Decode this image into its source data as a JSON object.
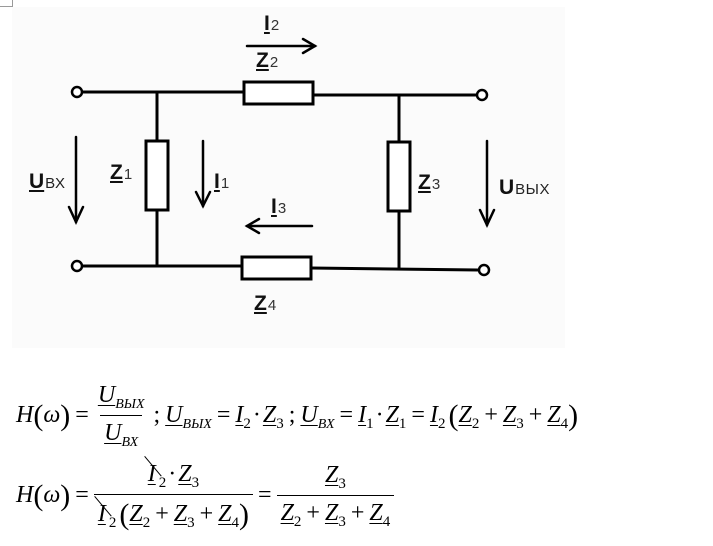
{
  "circuit": {
    "labels": {
      "i2": {
        "main": "I",
        "sub": "2"
      },
      "z2": {
        "main": "Z",
        "sub": "2"
      },
      "u_in": {
        "main": "U",
        "sub": "ВХ"
      },
      "z1": {
        "main": "Z",
        "sub": "1"
      },
      "i1": {
        "main": "I",
        "sub": "1"
      },
      "i3": {
        "main": "I",
        "sub": "3"
      },
      "z3": {
        "main": "Z",
        "sub": "3"
      },
      "u_out": {
        "main": "U",
        "sub": "ВЫХ"
      },
      "z4": {
        "main": "Z",
        "sub": "4"
      }
    },
    "line_color": "#000000",
    "background": "#fbfbfb"
  },
  "formulas": {
    "line1": {
      "h": "H",
      "omega": "ω",
      "lparen": "(",
      "rparen": ")",
      "eq": "=",
      "u": "U",
      "sub_out": "ВЫХ",
      "sub_in": "ВХ",
      "semicolon": ";",
      "i": "I",
      "z": "Z",
      "dot": "·",
      "plus": "+",
      "s1": "1",
      "s2": "2",
      "s3": "3",
      "s4": "4"
    },
    "line2": {
      "h": "H",
      "omega": "ω",
      "lparen": "(",
      "rparen": ")",
      "eq": "=",
      "i": "I",
      "z": "Z",
      "dot": "·",
      "plus": "+",
      "s2": "2",
      "s3": "3",
      "s4": "4"
    }
  }
}
